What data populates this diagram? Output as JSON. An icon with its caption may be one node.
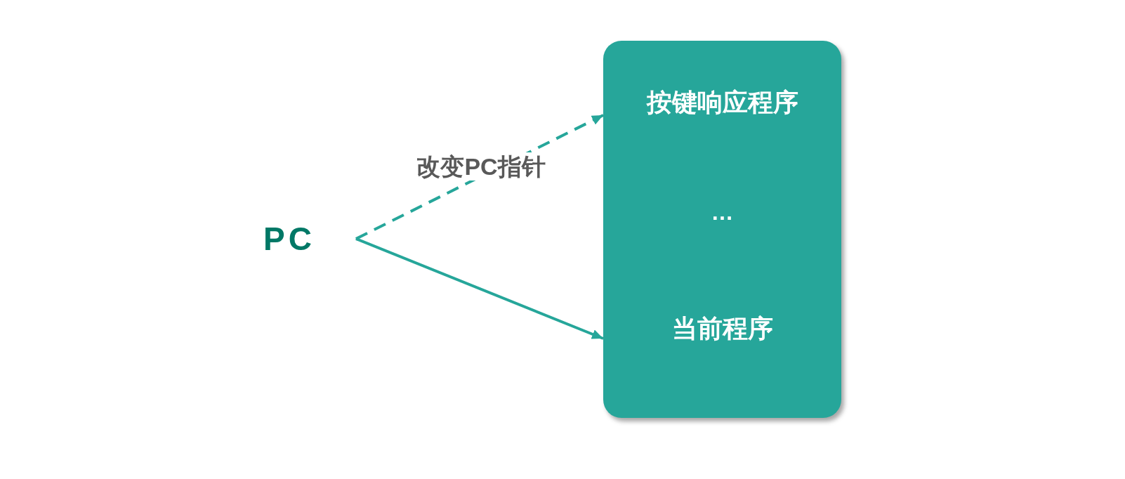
{
  "diagram": {
    "nodes": [
      {
        "text": [
          "PC"
        ]
      },
      {
        "text": [
          "按键响应程序",
          "…",
          "当前程序"
        ]
      }
    ],
    "edges": [
      {
        "from": 0,
        "to": 1,
        "arrow": "to",
        "style": "dashed",
        "label": "改变PC指针"
      },
      {
        "from": 0,
        "to": 1,
        "arrow": "to"
      }
    ]
  }
}
